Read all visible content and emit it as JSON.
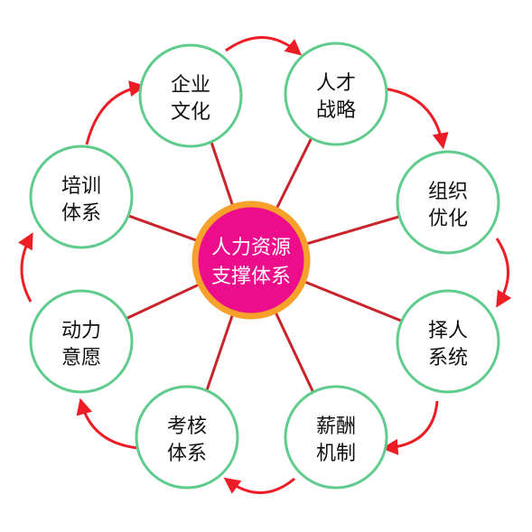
{
  "center": {
    "lines": [
      "人力资源",
      "支撑体系"
    ]
  },
  "nodes": [
    {
      "lines": [
        "企业",
        "文化"
      ]
    },
    {
      "lines": [
        "人才",
        "战略"
      ]
    },
    {
      "lines": [
        "组织",
        "优化"
      ]
    },
    {
      "lines": [
        "择人",
        "系统"
      ]
    },
    {
      "lines": [
        "薪酬",
        "机制"
      ]
    },
    {
      "lines": [
        "考核",
        "体系"
      ]
    },
    {
      "lines": [
        "动力",
        "意愿"
      ]
    },
    {
      "lines": [
        "培训",
        "体系"
      ]
    }
  ],
  "colors": {
    "node_border": "#5fcb8d",
    "node_fill": "#ffffff",
    "center_fill": "#ec0c8c",
    "center_ring": "#f7a12b",
    "connector": "#c9242b",
    "arrow": "#ee1c25"
  }
}
